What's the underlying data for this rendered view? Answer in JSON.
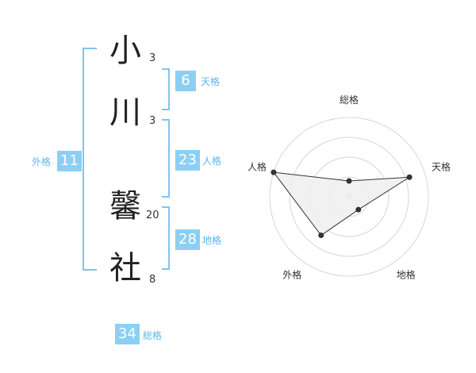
{
  "name": {
    "chars": [
      {
        "char": "小",
        "strokes": "3"
      },
      {
        "char": "川",
        "strokes": "3"
      },
      {
        "char": "馨",
        "strokes": "20"
      },
      {
        "char": "社",
        "strokes": "8"
      }
    ]
  },
  "fortune": {
    "tenkaku": {
      "value": "6",
      "label": "天格"
    },
    "jinkaku": {
      "value": "23",
      "label": "人格"
    },
    "chikaku": {
      "value": "28",
      "label": "地格"
    },
    "gaikaku": {
      "value": "11",
      "label": "外格"
    },
    "soukaku": {
      "value": "34",
      "label": "総格"
    }
  },
  "radar": {
    "axes": [
      "総格",
      "天格",
      "地格",
      "外格",
      "人格"
    ],
    "values": [
      1,
      4,
      1,
      3,
      5
    ],
    "max": 5,
    "rings": 4,
    "colors": {
      "grid": "#d7d7d7",
      "fill": "#eeeeee",
      "line": "#333333",
      "point": "#333333"
    }
  }
}
